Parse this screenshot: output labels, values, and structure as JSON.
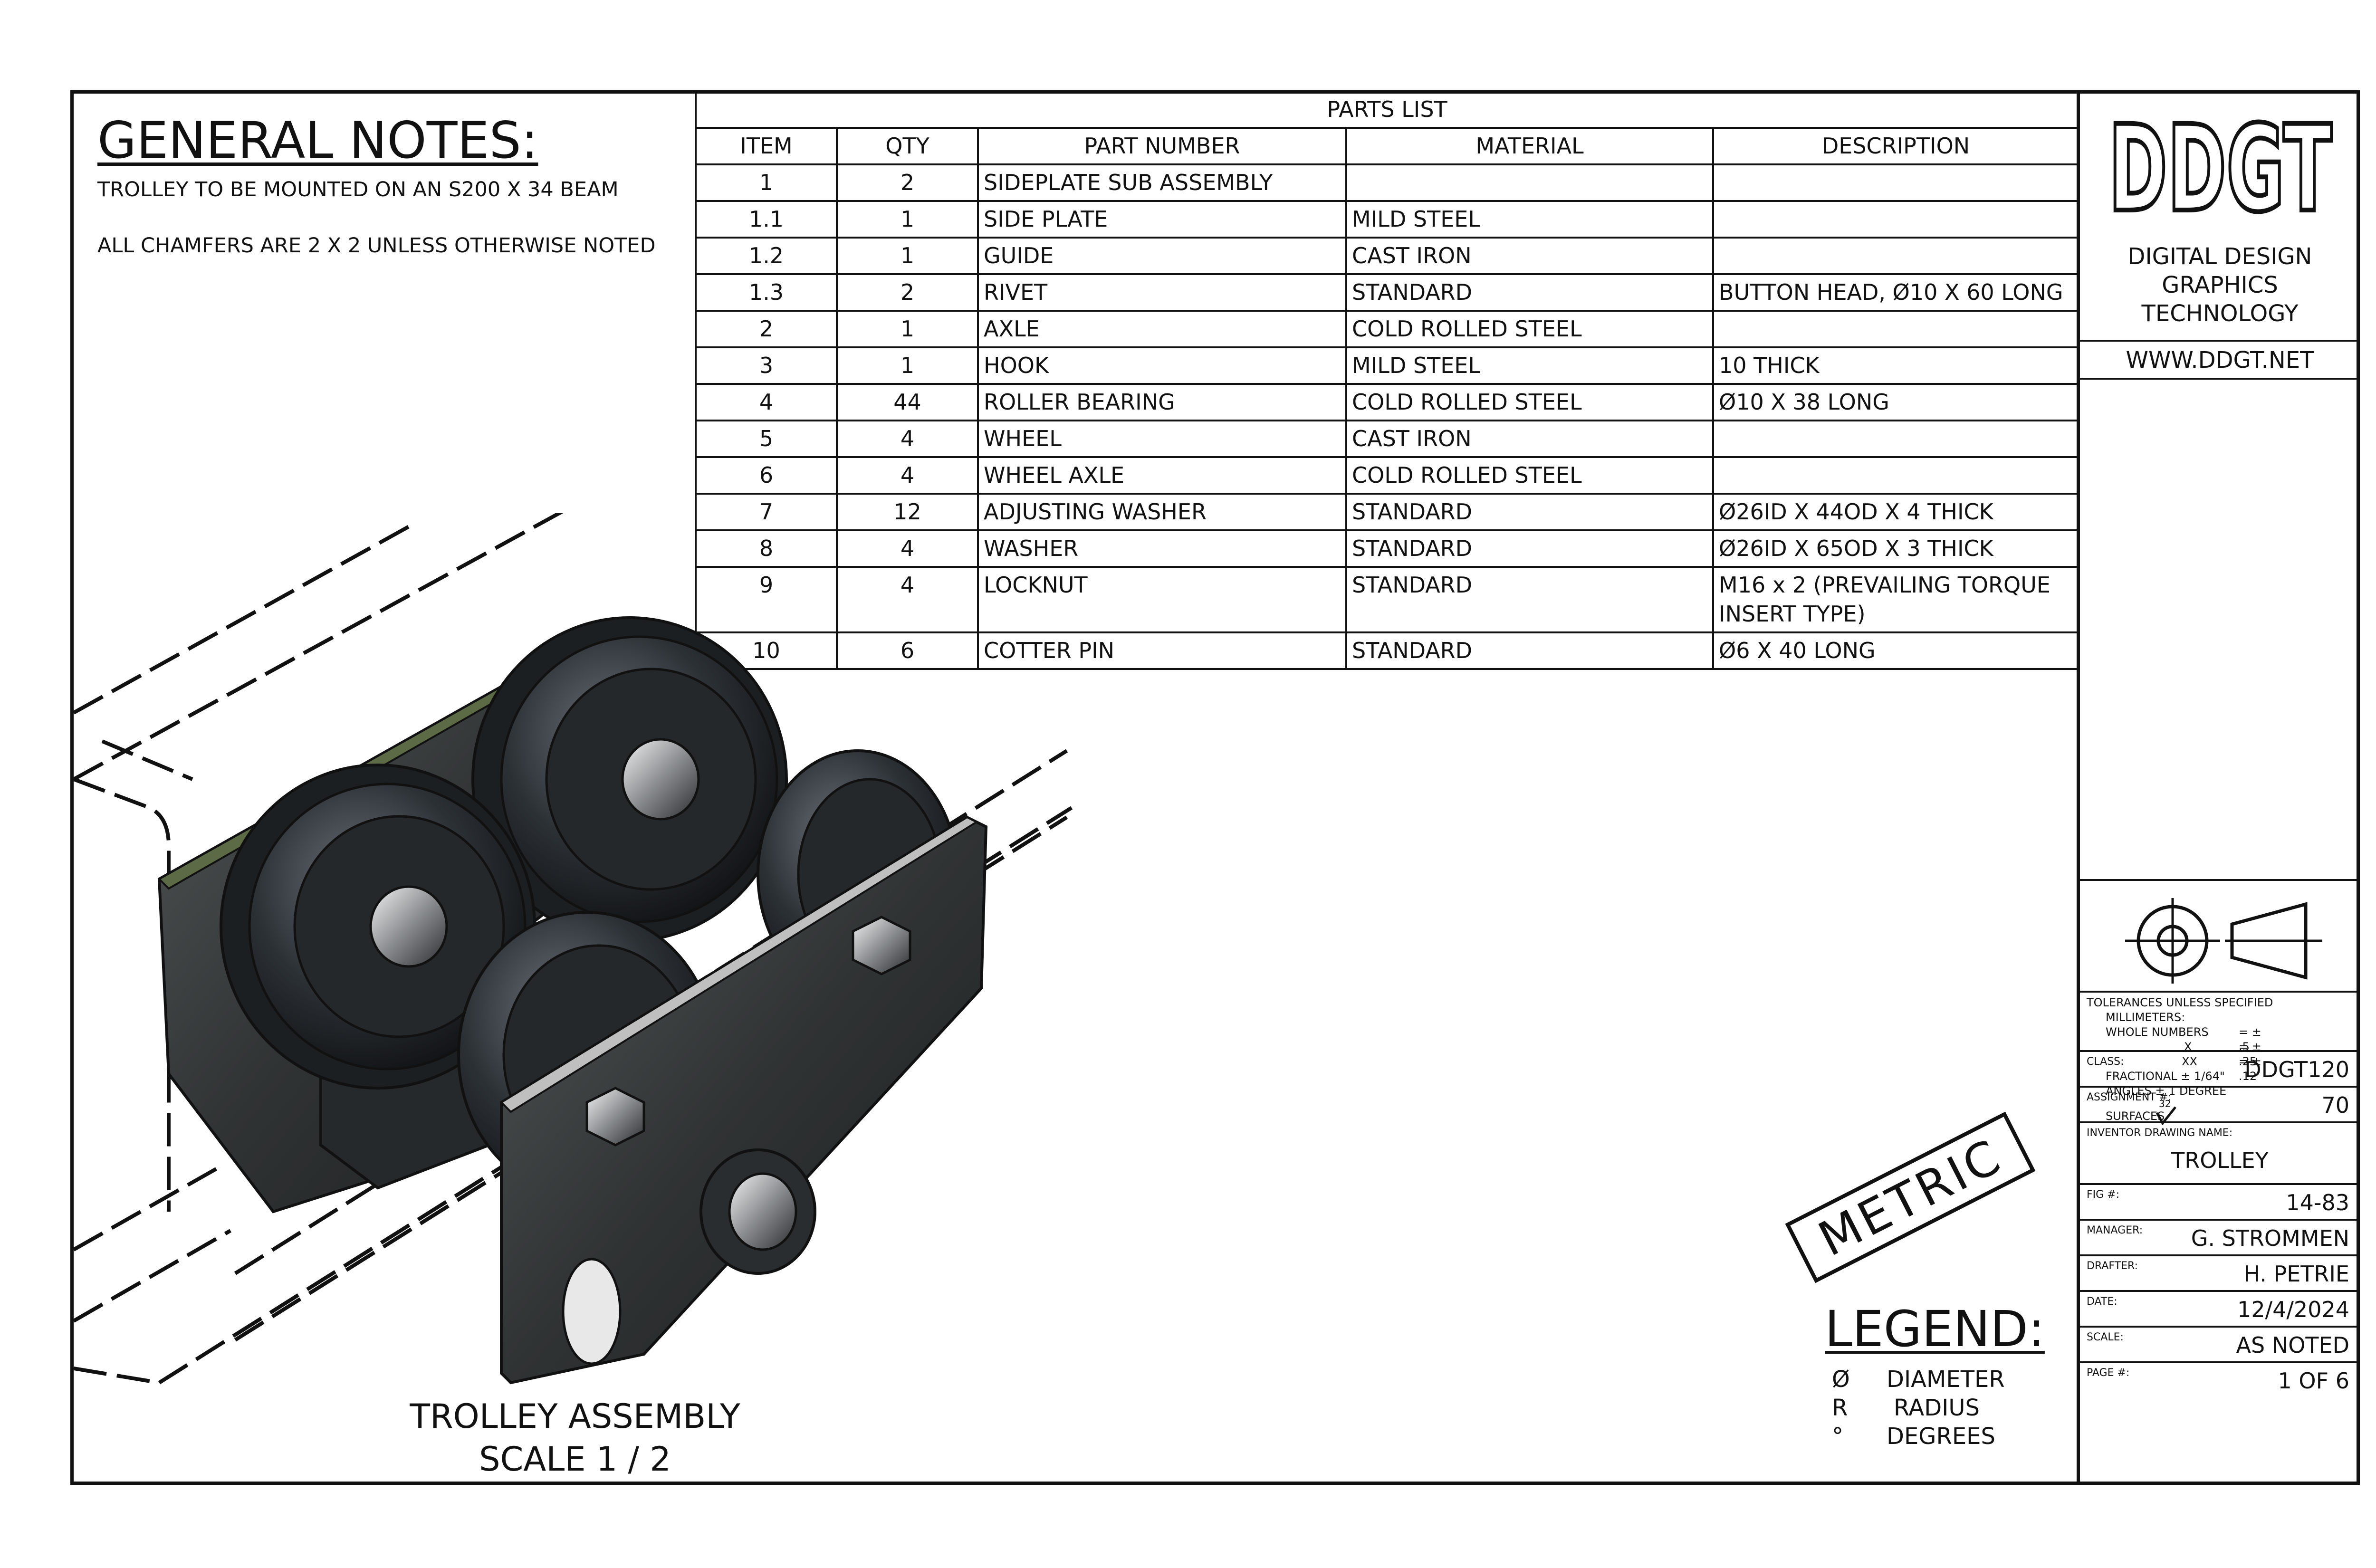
{
  "general_notes": {
    "title": "GENERAL NOTES:",
    "notes": [
      "TROLLEY TO BE MOUNTED ON AN S200 X 34 BEAM",
      "ALL CHAMFERS ARE 2 X 2 UNLESS OTHERWISE NOTED"
    ]
  },
  "parts_list": {
    "title": "PARTS LIST",
    "headers": [
      "ITEM",
      "QTY",
      "PART NUMBER",
      "MATERIAL",
      "DESCRIPTION"
    ],
    "rows": [
      [
        "1",
        "2",
        "SIDEPLATE SUB ASSEMBLY",
        "",
        ""
      ],
      [
        "1.1",
        "1",
        "SIDE PLATE",
        "MILD STEEL",
        ""
      ],
      [
        "1.2",
        "1",
        "GUIDE",
        "CAST IRON",
        ""
      ],
      [
        "1.3",
        "2",
        "RIVET",
        "STANDARD",
        "BUTTON HEAD, Ø10 X 60 LONG"
      ],
      [
        "2",
        "1",
        "AXLE",
        "COLD ROLLED STEEL",
        ""
      ],
      [
        "3",
        "1",
        "HOOK",
        "MILD STEEL",
        "10 THICK"
      ],
      [
        "4",
        "44",
        "ROLLER BEARING",
        "COLD ROLLED STEEL",
        "Ø10 X 38 LONG"
      ],
      [
        "5",
        "4",
        "WHEEL",
        "CAST IRON",
        ""
      ],
      [
        "6",
        "4",
        "WHEEL AXLE",
        "COLD ROLLED STEEL",
        ""
      ],
      [
        "7",
        "12",
        "ADJUSTING WASHER",
        "STANDARD",
        "Ø26ID X 44OD X 4 THICK"
      ],
      [
        "8",
        "4",
        "WASHER",
        "STANDARD",
        "Ø26ID X 65OD X 3 THICK"
      ],
      [
        "9",
        "4",
        "LOCKNUT",
        "STANDARD",
        "M16 x 2 (PREVAILING TORQUE INSERT TYPE)"
      ],
      [
        "10",
        "6",
        "COTTER PIN",
        "STANDARD",
        "Ø6 X 40 LONG"
      ]
    ]
  },
  "title_block": {
    "logo": "DDGT",
    "org_lines": [
      "DIGITAL DESIGN",
      "GRAPHICS",
      "TECHNOLOGY"
    ],
    "website": "WWW.DDGT.NET",
    "projection_symbol": "third-angle-projection-icon",
    "tolerances": [
      "TOLERANCES UNLESS SPECIFIED",
      "MILLIMETERS:",
      "WHOLE NUMBERS",
      "= ± .5",
      "X",
      "= ± .25",
      "XX",
      "= ± .12",
      "FRACTIONAL ± 1/64\"",
      "ANGLES ± 1 DEGREE",
      "SURFACES",
      "32"
    ],
    "fields": [
      {
        "label": "CLASS:",
        "value": "DDGT120"
      },
      {
        "label": "ASSIGNMENT #:",
        "value": "70"
      },
      {
        "label": "INVENTOR DRAWING NAME:",
        "value": "TROLLEY"
      },
      {
        "label": "FIG #:",
        "value": "14-83"
      },
      {
        "label": "MANAGER:",
        "value": "G. STROMMEN"
      },
      {
        "label": "DRAFTER:",
        "value": "H. PETRIE"
      },
      {
        "label": "DATE:",
        "value": "12/4/2024"
      },
      {
        "label": "SCALE:",
        "value": "AS NOTED"
      },
      {
        "label": "PAGE #:",
        "value": "1 OF 6"
      }
    ]
  },
  "stamp": "METRIC",
  "legend": {
    "title": "LEGEND:",
    "items": [
      {
        "symbol": "Ø",
        "text": "DIAMETER"
      },
      {
        "symbol": "R",
        "text": "RADIUS"
      },
      {
        "symbol": "°",
        "text": "DEGREES"
      }
    ]
  },
  "view": {
    "caption": "TROLLEY ASSEMBLY",
    "scale": "SCALE 1 / 2",
    "illustration": "trolley-assembly-isometric"
  }
}
